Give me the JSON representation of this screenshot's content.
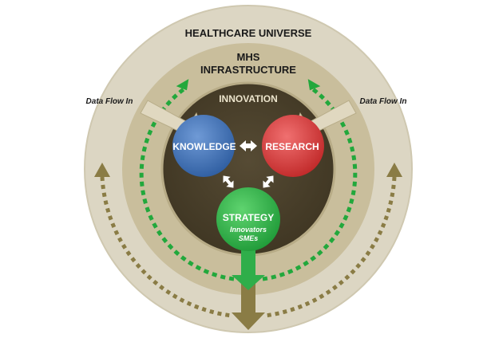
{
  "diagram": {
    "outer_ring": {
      "label": "HEALTHCARE UNIVERSE",
      "color": "#dcd6c3"
    },
    "middle_ring": {
      "label_line1": "MHS",
      "label_line2": "INFRASTRUCTURE",
      "color": "#c7bc9a"
    },
    "inner_circle": {
      "label": "INNOVATION",
      "color": "#4f4530"
    },
    "knowledge": {
      "label": "KNOWLEDGE",
      "color": "#3b6fb6"
    },
    "research": {
      "label": "RESEARCH",
      "color": "#d93a3a"
    },
    "strategy": {
      "label": "STRATEGY",
      "sub1": "Innovators",
      "sub2": "SMEs",
      "color": "#2fae4a"
    },
    "data_flow_left": "Data Flow In",
    "data_flow_right": "Data Flow In",
    "colors": {
      "green_dash": "#22a83c",
      "olive_dash": "#8a7c45",
      "flow_arrow": "#e0d8c0",
      "down_arrow": "#8a7c45"
    }
  }
}
